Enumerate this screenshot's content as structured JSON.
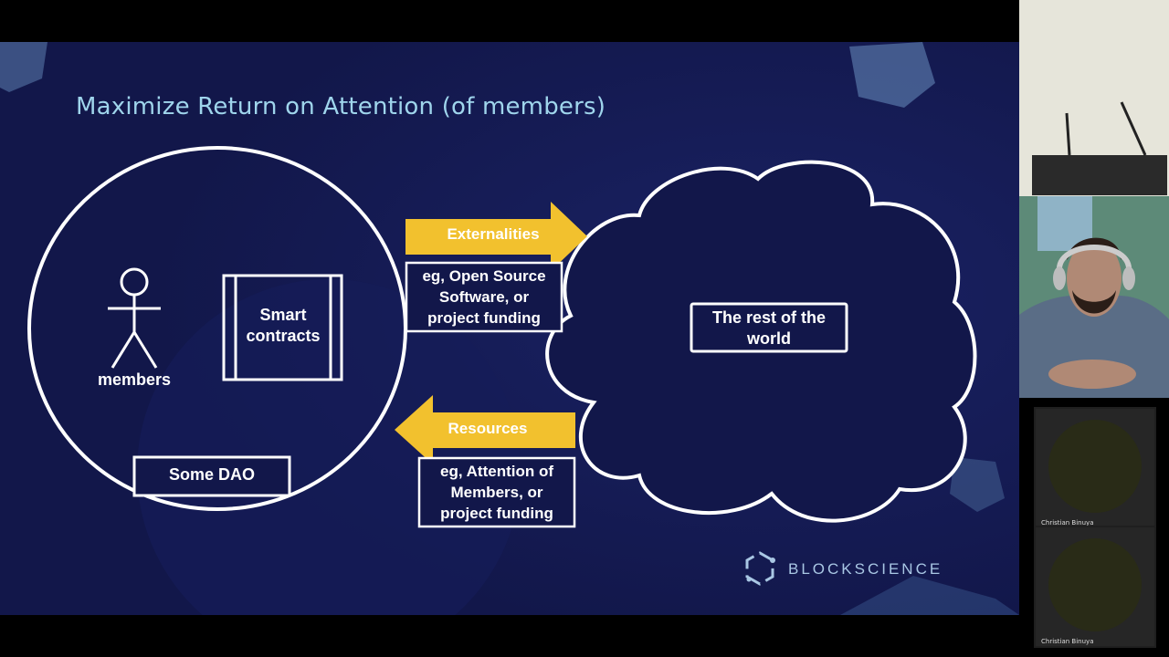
{
  "slide": {
    "title": "Maximize Return on Attention (of members)",
    "members_label": "members",
    "smart_contracts_line1": "Smart",
    "smart_contracts_line2": "contracts",
    "dao_label": "Some DAO",
    "externalities_label": "Externalities",
    "externalities_line1": "eg, Open Source",
    "externalities_line2": "Software, or",
    "externalities_line3": "project funding",
    "resources_label": "Resources",
    "resources_line1": "eg, Attention of",
    "resources_line2": "Members, or",
    "resources_line3": "project funding",
    "world_line1": "The rest of the",
    "world_line2": "world",
    "brand": "BLOCKSCIENCE",
    "colors": {
      "background": "#12174a",
      "title": "#9fd5ec",
      "arrow": "#f2c12e",
      "outline": "#ffffff"
    }
  },
  "participants": [
    {
      "name": "Christian Binuya"
    },
    {
      "name": "Christian Binuya"
    }
  ]
}
